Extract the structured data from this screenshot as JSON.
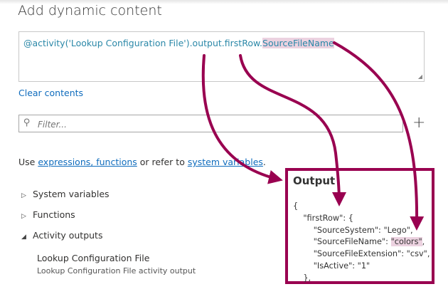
{
  "panel": {
    "title": "Add dynamic content",
    "expression_prefix": "@activity('Lookup Configuration File').output.firstRow.",
    "expression_highlight": "SourceFileName",
    "clear_label": "Clear contents",
    "filter_placeholder": "Filter...",
    "add_icon": "plus-icon",
    "help": {
      "prefix": "Use ",
      "link1": "expressions, functions",
      "middle": " or refer to ",
      "link2": "system variables",
      "suffix": "."
    },
    "tree": [
      {
        "label": "System variables",
        "state": "collapsed"
      },
      {
        "label": "Functions",
        "state": "collapsed"
      },
      {
        "label": "Activity outputs",
        "state": "expanded"
      }
    ],
    "activity": {
      "name": "Lookup Configuration File",
      "description": "Lookup Configuration File activity output"
    }
  },
  "output": {
    "title": "Output",
    "lines": [
      "{",
      "    \"firstRow\": {",
      "        \"SourceSystem\": \"Lego\",",
      "        \"SourceFileName\": ",
      "        \"SourceFileExtension\": \"csv\",",
      "        \"IsActive\": \"1\"",
      "    },"
    ],
    "highlight_value": "\"colors\"",
    "highlight_suffix": ","
  },
  "colors": {
    "annotation": "#990050",
    "highlight": "#ecd2e0",
    "link": "#0f6cbd"
  }
}
